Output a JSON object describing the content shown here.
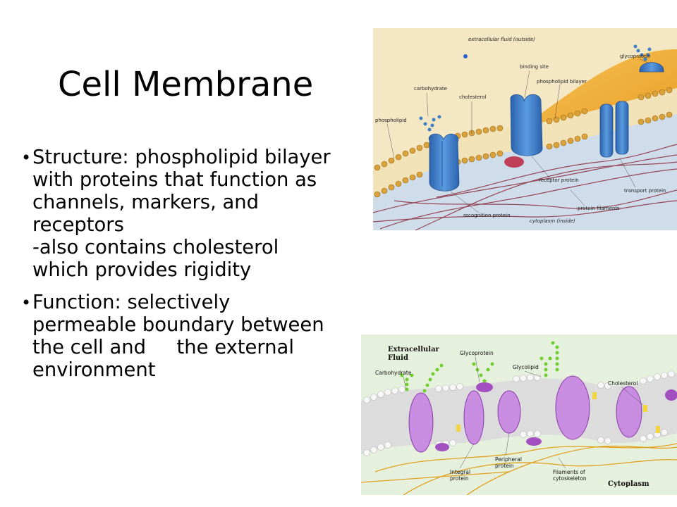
{
  "slide": {
    "title": "Cell Membrane",
    "bullets": [
      {
        "lines": [
          "Structure: phospholipid bilayer",
          "with proteins that function as",
          "channels, markers, and",
          "receptors",
          "-also contains cholesterol",
          "which provides rigidity"
        ]
      },
      {
        "lines": [
          "Function: selectively",
          "permeable boundary between",
          "the cell and     the external",
          "environment"
        ]
      }
    ]
  },
  "figure_top": {
    "labels": {
      "extracellular": "extracellular fluid (outside)",
      "glycoprotein": "glycoprotein",
      "binding_site": "binding site",
      "phospholipid_bilayer": "phospholipid bilayer",
      "carbohydrate": "carbohydrate",
      "cholesterol": "cholesterol",
      "phospholipid": "phospholipid",
      "receptor_protein": "receptor protein",
      "transport_protein": "transport protein",
      "protein_filaments": "protein filaments",
      "recognition_protein": "recognition protein",
      "cytoplasm": "cytoplasm (inside)"
    },
    "colors": {
      "bg": "#f3e7c4",
      "cytoplasm": "#cfdcea",
      "protein": "#3f7fc8",
      "head": "#d9a23a",
      "filament": "#8a2a3a",
      "cell": "#f2b23a"
    }
  },
  "figure_bottom": {
    "labels": {
      "extracellular": "Extracellular",
      "fluid": "Fluid",
      "glycoprotein": "Glycoprotein",
      "glycolipid": "Glycolipid",
      "carbohydrate": "Carbohydrate",
      "cholesterol": "Cholesterol",
      "integral": "Integral",
      "integral2": "protein",
      "peripheral": "Peripheral",
      "peripheral2": "protein",
      "filaments": "Filaments of",
      "filaments2": "cytoskeleton",
      "cytoplasm": "Cytoplasm"
    },
    "colors": {
      "bg": "#e6f1dd",
      "protein": "#a24fc0",
      "head": "#f4f4f4",
      "chain": "#6fcf2f",
      "filament": "#e0a020"
    }
  }
}
